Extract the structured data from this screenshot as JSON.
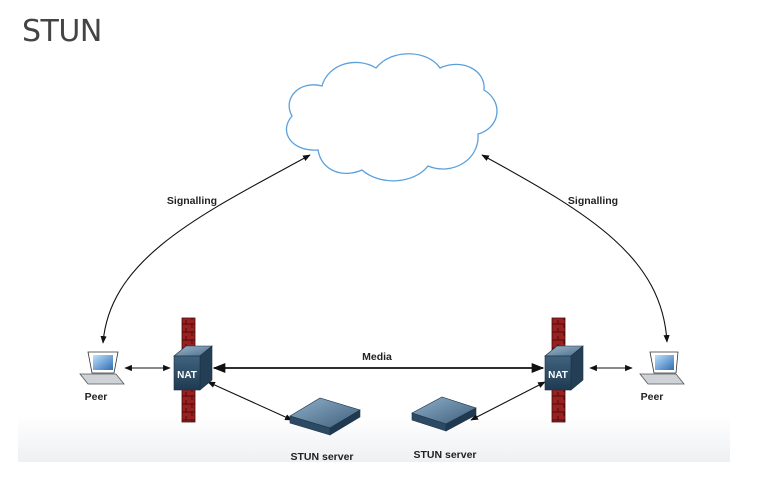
{
  "title": "STUN",
  "labels": {
    "signalling_left": "Signalling",
    "signalling_right": "Signalling",
    "media": "Media",
    "nat_left": "NAT",
    "nat_right": "NAT",
    "peer_left": "Peer",
    "peer_right": "Peer",
    "stun_left": "STUN server",
    "stun_right": "STUN server"
  },
  "colors": {
    "cloud_stroke": "#5aa0dc",
    "firewall": "#8b1c1c",
    "nat_body": "#2f4f68",
    "server_body": "#3b5b78",
    "arrow": "#111111"
  }
}
